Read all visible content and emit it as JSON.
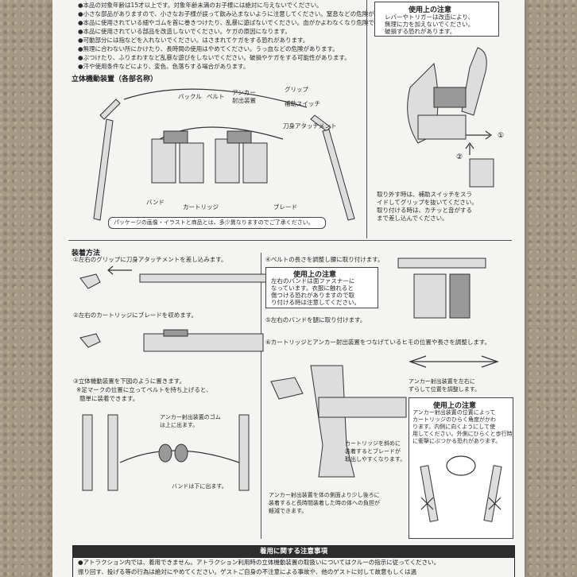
{
  "top_warnings": [
    "●本品の対象年齢は15才以上です。対象年齢未満のお子様には絶対に与えないでください。",
    "●小さな部品がありますので、小さなお子様が誤って飲み込まないように注意してください。窒息などの危険があります。",
    "●本品に使用されている細やゴムを首に巻きつけたり、乱暴に遊ばないでください。血がかよわなくなり危険です。",
    "●本品に使用されている部品を改造しないでください。ケガの原因になります。",
    "●可動部分には指などを入れないでください。はさまれてケガをする恐れがあります。",
    "●無理に合わない所にかけたり、長時間の使用はやめてください。うっ血などの危険があります。",
    "●ぶつけたり、ふりまわすなど乱暴な遊びをしないでください。破損やケガをする可能性があります。",
    "●汗や使用条件などにより、変色、色落ちする場合があります。"
  ],
  "caution_box_1": {
    "title": "使用上の注意",
    "lines": [
      "レバーやトリガーは改造により、",
      "無理に力を加えないでください。",
      "破損する恐れがあります。"
    ]
  },
  "release_note": [
    "取り外す時は、補助スイッチをスラ",
    "イドしてグリップを抜いてください。",
    "取り付ける時は、カチッと音がする",
    "まで差し込んでください。"
  ],
  "steps_labels": {
    "one": "①",
    "two": "②"
  },
  "parts": {
    "heading": "立体機動装置（各部名称）",
    "buckle": "バックル",
    "belt": "ベルト",
    "anchor": "アンカー\n射出装置",
    "grip": "グリップ",
    "aux_switch": "補助スイッチ",
    "blade_attach": "刀身アタッチメント",
    "band": "バンド",
    "cartridge": "カートリッジ",
    "blade": "ブレード",
    "package_note": "パッケージの画像・イラストと商品とは、多少異なりますのでご了承ください。"
  },
  "wearing": {
    "heading": "装着方法",
    "step1": "①左右のグリップに刀身アタッチメントを差し込みます。",
    "step2": "②左右のカートリッジにブレードを収めます。",
    "step3a": "③立体機動装置を下図のように置きます。",
    "step3b": "※足マークの位置に立ってベルトを持ち上げると、",
    "step3c": "簡単に装着できます。",
    "rubber_note": [
      "アンカー射出装置のゴム",
      "は上に出ます。"
    ],
    "band_note": "バンドは下に出ます。",
    "step4": "④ベルトの長さを調整し腰に取り付けます。",
    "step5": "⑤左右のバンドを腿に取り付けます。",
    "step6": "⑥カートリッジとアンカー射出装置をつなげているヒモの位置や長さを調整します。",
    "anchor_adjust": [
      "アンカー射出装置を左右に",
      "ずらして位置を調整します。"
    ],
    "cartridge_tilt": [
      "カートリッジを斜めに",
      "装着するとブレードが",
      "取出しやすくなります。"
    ],
    "anchor_side": [
      "アンカー射出装置を体の側面より少し後ろに",
      "装着すると長時間装着した時の体への負担が",
      "軽減できます。"
    ]
  },
  "caution_box_2": {
    "title": "使用上の注意",
    "lines": [
      "左右のバンドは面ファスナーに",
      "なっています。衣服に触れると",
      "傷つける恐れがありますので取",
      "り付ける時は注意してください。"
    ]
  },
  "caution_box_3": {
    "title": "使用上の注意",
    "lines": [
      "アンカー射出装置の位置によって",
      "カートリッジのひらく角度がかわ",
      "ります。内側に向くようにして使",
      "用してください。外側にひらくと歩行時",
      "に衝撃にぶつかる恐れがあります。"
    ]
  },
  "footer": {
    "title": "着用に関する注意事項",
    "lines": [
      "●アトラクション内では、着用できません。アトラクション利用時の立体機動装置の取扱いについてはクルーの指示に従ってください。",
      "  振り回す、投げる等の行為は絶対にやめてください。ゲストご自身の不注意による事故や、他のゲストに対して故意もしくは過"
    ]
  }
}
